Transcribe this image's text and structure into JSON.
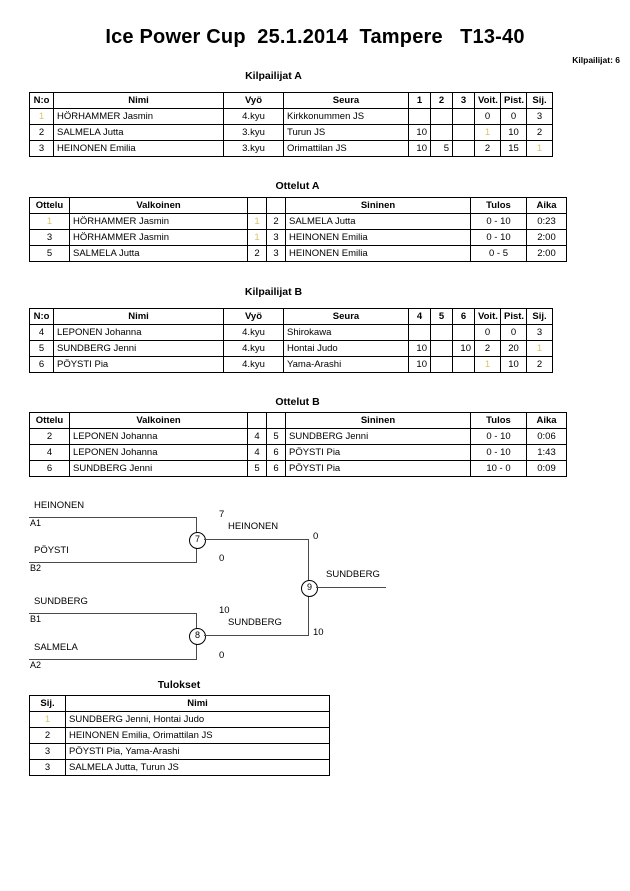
{
  "header": {
    "title": "Ice Power Cup  25.1.2014  Tampere   T13-40",
    "entrants_label": "Kilpailijat: 6"
  },
  "pool_a": {
    "caption": "Kilpailijat A",
    "columns": [
      "N:o",
      "Nimi",
      "Vyö",
      "Seura",
      "1",
      "2",
      "3",
      "Voit.",
      "Pist.",
      "Sij."
    ],
    "rows": [
      {
        "no": "1",
        "name": "HÖRHAMMER Jasmin",
        "belt": "4.kyu",
        "club": "Kirkkonummen JS",
        "m1": "",
        "m2": "",
        "m3": "",
        "wins": "0",
        "points": "0",
        "rank": "3"
      },
      {
        "no": "2",
        "name": "SALMELA Jutta",
        "belt": "3.kyu",
        "club": "Turun JS",
        "m1": "10",
        "m2": "",
        "m3": "",
        "wins": "1",
        "points": "10",
        "rank": "2"
      },
      {
        "no": "3",
        "name": "HEINONEN Emilia",
        "belt": "3.kyu",
        "club": "Orimattilan JS",
        "m1": "10",
        "m2": "5",
        "m3": "",
        "wins": "2",
        "points": "15",
        "rank": "1"
      }
    ]
  },
  "matches_a": {
    "caption": "Ottelut A",
    "columns": [
      "Ottelu",
      "Valkoinen",
      "",
      "",
      "Sininen",
      "Tulos",
      "Aika"
    ],
    "rows": [
      {
        "match": "1",
        "white": "HÖRHAMMER Jasmin",
        "white_no": "1",
        "blue_no": "2",
        "blue": "SALMELA Jutta",
        "result": "0 - 10",
        "time": "0:23"
      },
      {
        "match": "3",
        "white": "HÖRHAMMER Jasmin",
        "white_no": "1",
        "blue_no": "3",
        "blue": "HEINONEN Emilia",
        "result": "0 - 10",
        "time": "2:00"
      },
      {
        "match": "5",
        "white": "SALMELA Jutta",
        "white_no": "2",
        "blue_no": "3",
        "blue": "HEINONEN Emilia",
        "result": "0 - 5",
        "time": "2:00"
      }
    ]
  },
  "pool_b": {
    "caption": "Kilpailijat B",
    "columns": [
      "N:o",
      "Nimi",
      "Vyö",
      "Seura",
      "4",
      "5",
      "6",
      "Voit.",
      "Pist.",
      "Sij."
    ],
    "rows": [
      {
        "no": "4",
        "name": "LEPONEN Johanna",
        "belt": "4.kyu",
        "club": "Shirokawa",
        "m1": "",
        "m2": "",
        "m3": "",
        "wins": "0",
        "points": "0",
        "rank": "3"
      },
      {
        "no": "5",
        "name": "SUNDBERG Jenni",
        "belt": "4.kyu",
        "club": "Hontai Judo",
        "m1": "10",
        "m2": "",
        "m3": "10",
        "wins": "2",
        "points": "20",
        "rank": "1"
      },
      {
        "no": "6",
        "name": "PÖYSTI Pia",
        "belt": "4.kyu",
        "club": "Yama-Arashi",
        "m1": "10",
        "m2": "",
        "m3": "",
        "wins": "1",
        "points": "10",
        "rank": "2"
      }
    ]
  },
  "matches_b": {
    "caption": "Ottelut B",
    "columns": [
      "Ottelu",
      "Valkoinen",
      "",
      "",
      "Sininen",
      "Tulos",
      "Aika"
    ],
    "rows": [
      {
        "match": "2",
        "white": "LEPONEN Johanna",
        "white_no": "4",
        "blue_no": "5",
        "blue": "SUNDBERG Jenni",
        "result": "0 - 10",
        "time": "0:06"
      },
      {
        "match": "4",
        "white": "LEPONEN Johanna",
        "white_no": "4",
        "blue_no": "6",
        "blue": "PÖYSTI Pia",
        "result": "0 - 10",
        "time": "1:43"
      },
      {
        "match": "6",
        "white": "SUNDBERG Jenni",
        "white_no": "5",
        "blue_no": "6",
        "blue": "PÖYSTI Pia",
        "result": "10 - 0",
        "time": "0:09"
      }
    ]
  },
  "bracket": {
    "semi1": {
      "node": "7",
      "top_name": "HEINONEN",
      "top_seed": "A1",
      "top_score": "7",
      "bottom_name": "PÖYSTI",
      "bottom_seed": "B2",
      "bottom_score": "0",
      "winner": "HEINONEN"
    },
    "semi2": {
      "node": "8",
      "top_name": "SUNDBERG",
      "top_seed": "B1",
      "top_score": "10",
      "bottom_name": "SALMELA",
      "bottom_seed": "A2",
      "bottom_score": "0",
      "winner": "SUNDBERG"
    },
    "final": {
      "node": "9",
      "top_score": "0",
      "bottom_score": "10",
      "winner": "SUNDBERG"
    }
  },
  "results": {
    "caption": "Tulokset",
    "columns": [
      "Sij.",
      "Nimi"
    ],
    "rows": [
      {
        "rank": "1",
        "name": "SUNDBERG Jenni, Hontai Judo"
      },
      {
        "rank": "2",
        "name": "HEINONEN Emilia, Orimattilan JS"
      },
      {
        "rank": "3",
        "name": "PÖYSTI Pia, Yama-Arashi"
      },
      {
        "rank": "3",
        "name": "SALMELA Jutta, Turun JS"
      }
    ]
  }
}
